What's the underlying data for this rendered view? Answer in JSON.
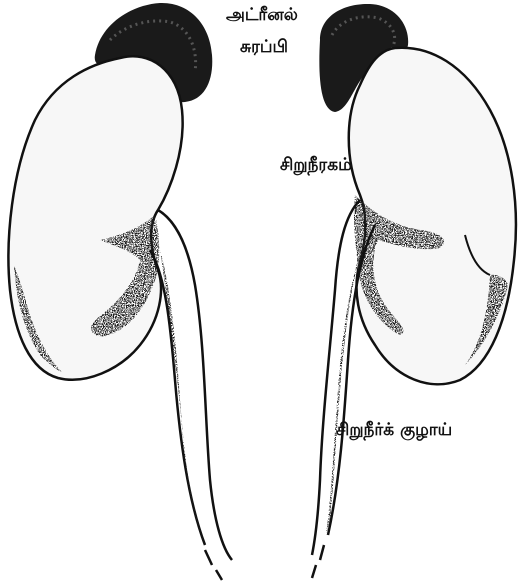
{
  "labels": {
    "adrenal_line1": "அட்ரீனல்",
    "adrenal_line2": "சுரப்பி",
    "kidney": "சிறுநீரகம்",
    "ureter": "சிறுநீர்க் குழாய்"
  },
  "icons": {
    "left_kidney": "kidney-icon",
    "right_kidney": "kidney-icon",
    "left_adrenal": "adrenal-gland-icon",
    "right_adrenal": "adrenal-gland-icon"
  },
  "colors": {
    "ink": "#111111",
    "paper": "#ffffff",
    "organ_fill": "#f7f7f7"
  }
}
